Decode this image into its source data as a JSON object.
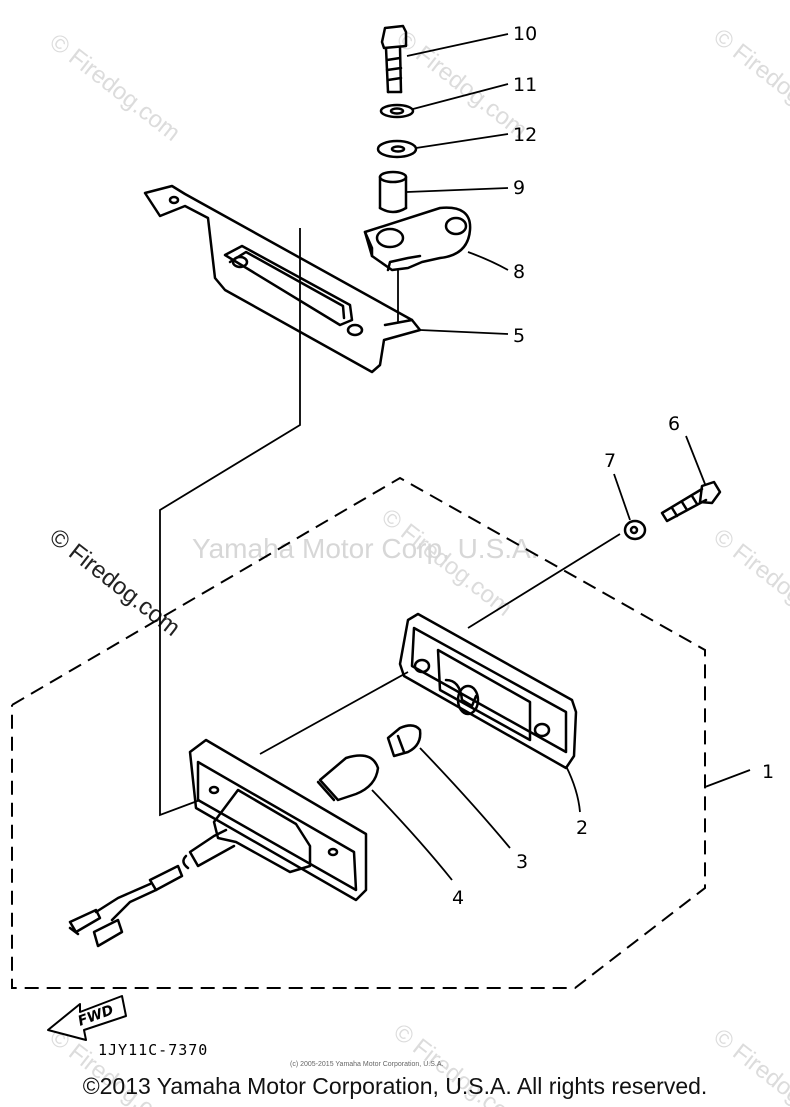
{
  "callouts": {
    "c1": "1",
    "c2": "2",
    "c3": "3",
    "c4": "4",
    "c5": "5",
    "c6": "6",
    "c7": "7",
    "c8": "8",
    "c9": "9",
    "c10": "10",
    "c11": "11",
    "c12": "12"
  },
  "watermark_center": "Yamaha Motor Corp, U.S.A.",
  "watermark_firedog": "© Firedog.com",
  "fwd_label": "FWD",
  "part_code": "1JY11C-7370",
  "small_copyright": "(c) 2005-2015 Yamaha Motor Corporation, U.S.A.",
  "copyright": "©2013 Yamaha Motor Corporation, U.S.A. All rights reserved."
}
